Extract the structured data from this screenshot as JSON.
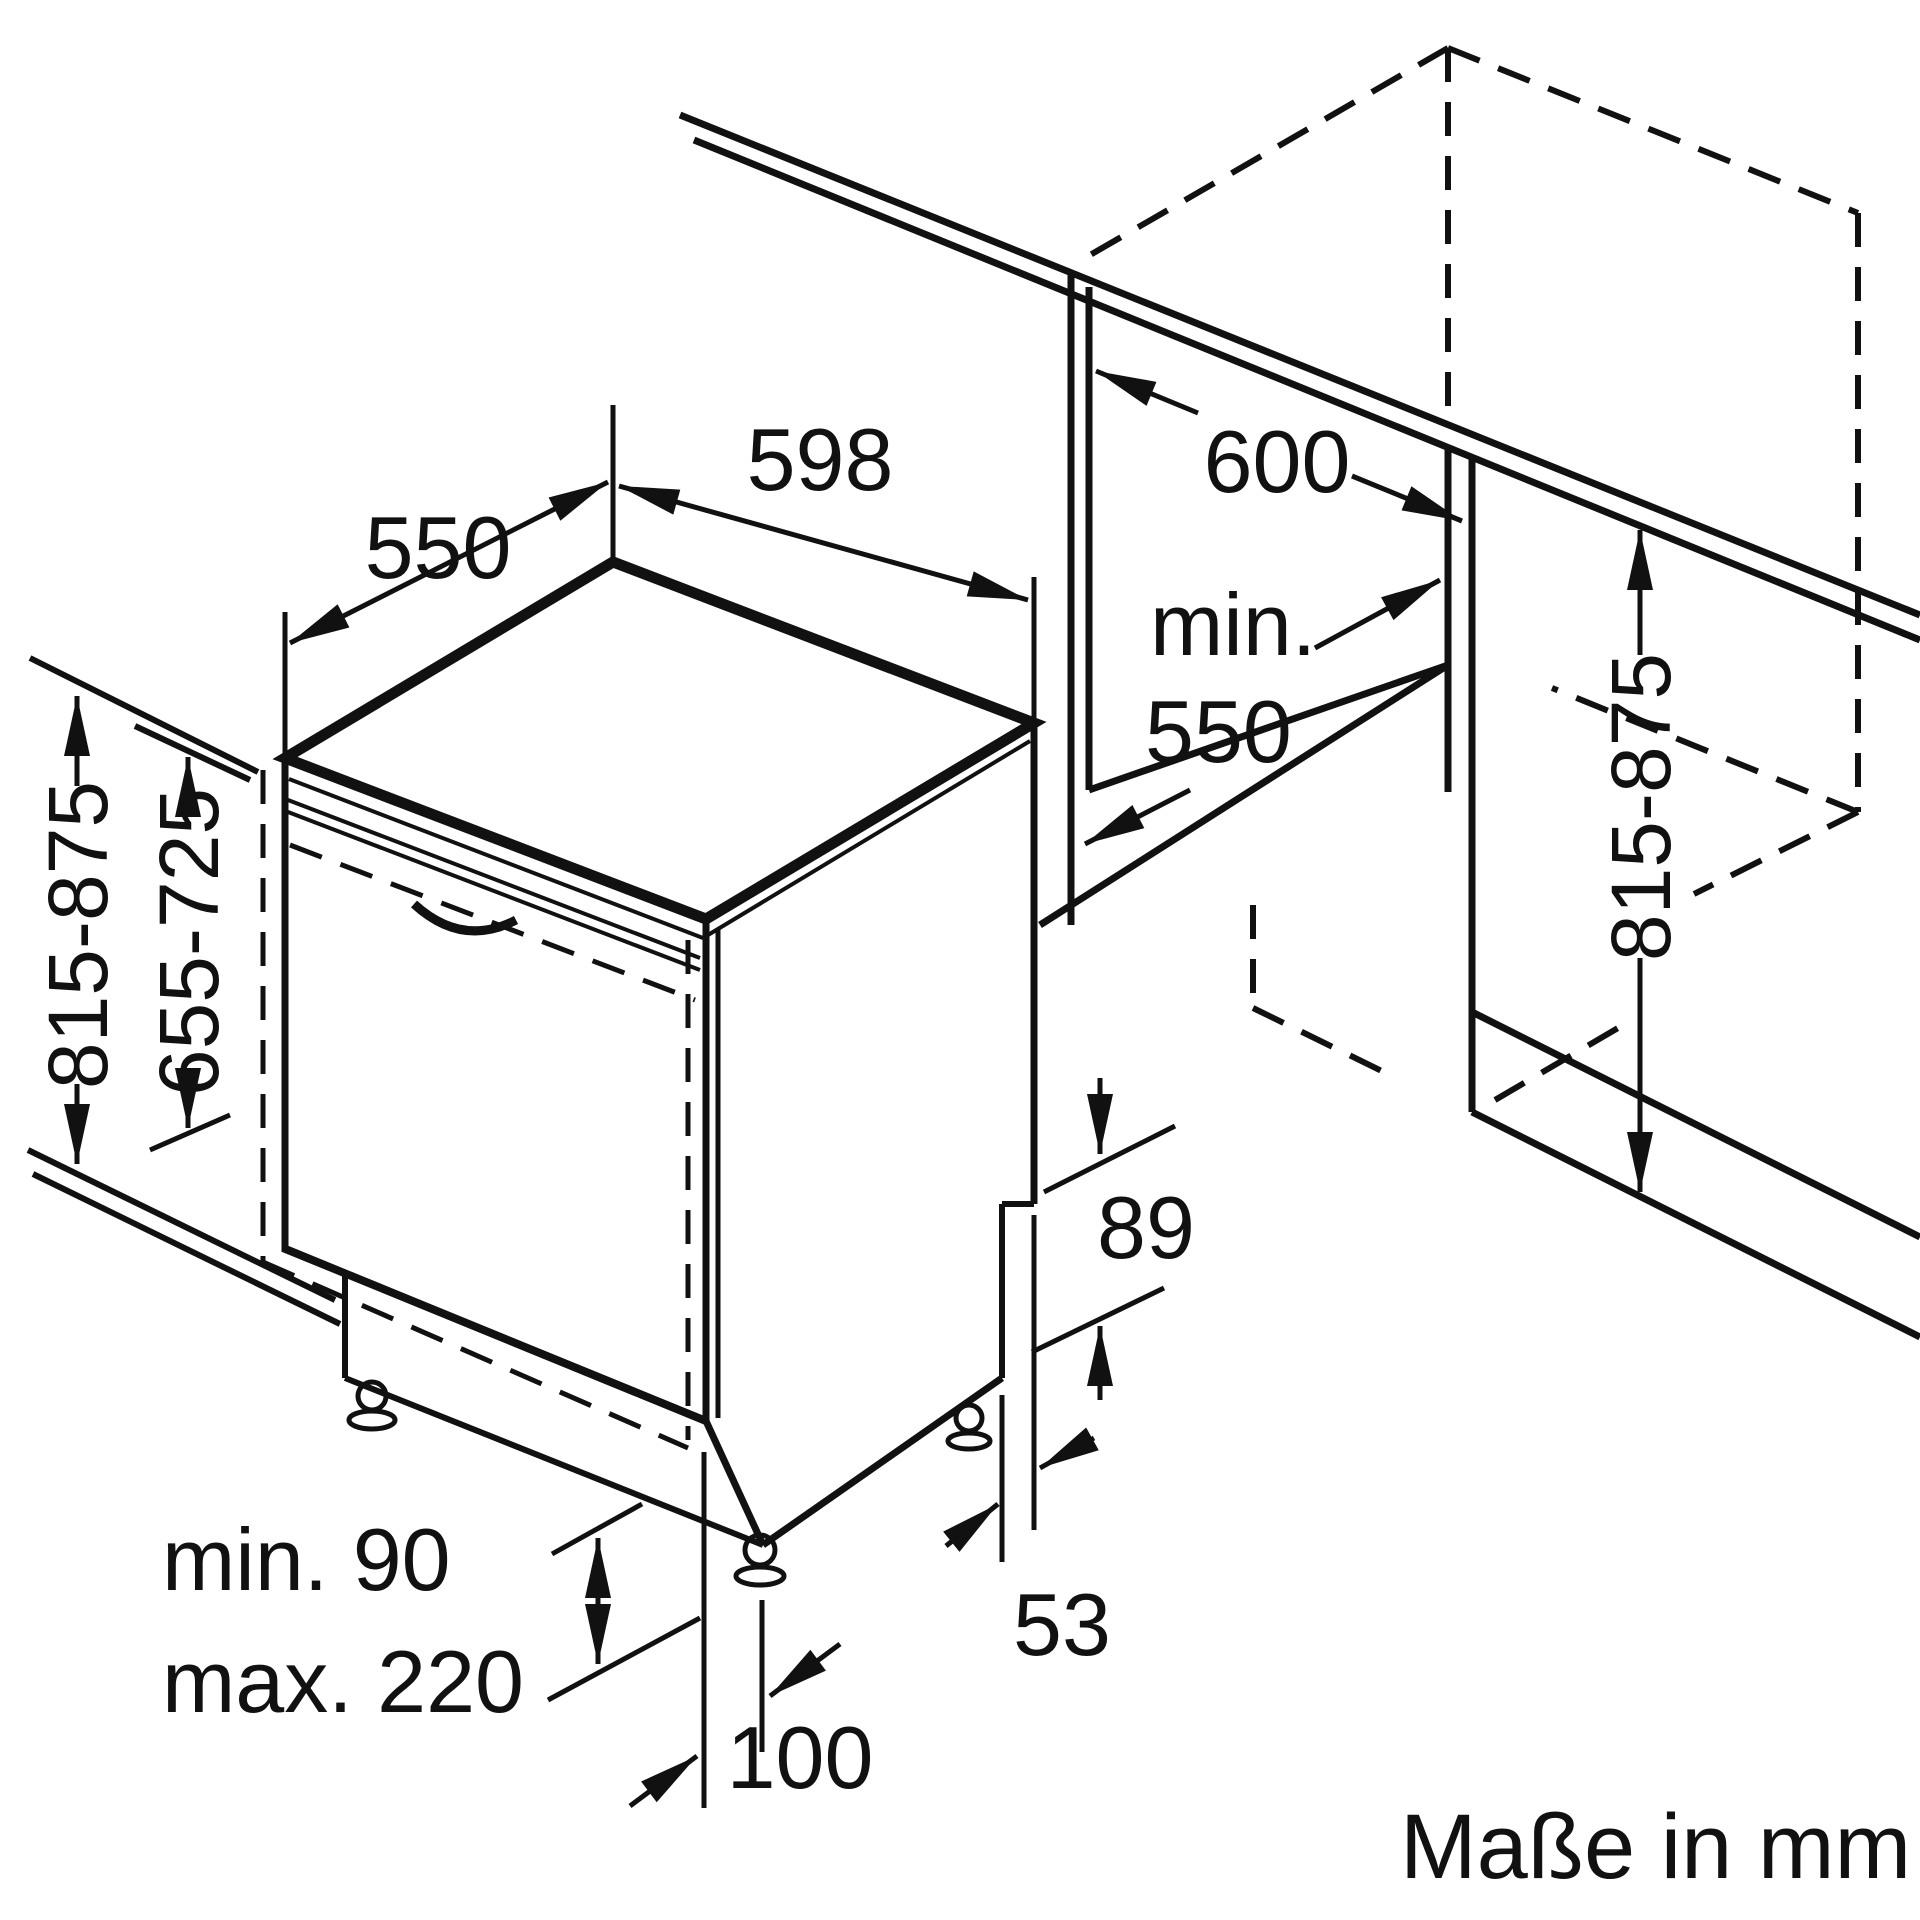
{
  "drawing": {
    "caption": "Maße in mm",
    "labels": {
      "top_depth": "550",
      "top_width": "598",
      "worktop_depth": "600",
      "niche_depth_min_1": "min.",
      "niche_depth_min_2": "550",
      "niche_height": "815-875",
      "appliance_height": "815-875",
      "door_height": "655-725",
      "rear_clearance_height": "89",
      "rear_clearance_depth": "53",
      "plinth_depth": "100",
      "plinth_min": "min. 90",
      "plinth_max": "max. 220"
    },
    "colors": {
      "line": "#111111",
      "background": "#ffffff"
    }
  }
}
